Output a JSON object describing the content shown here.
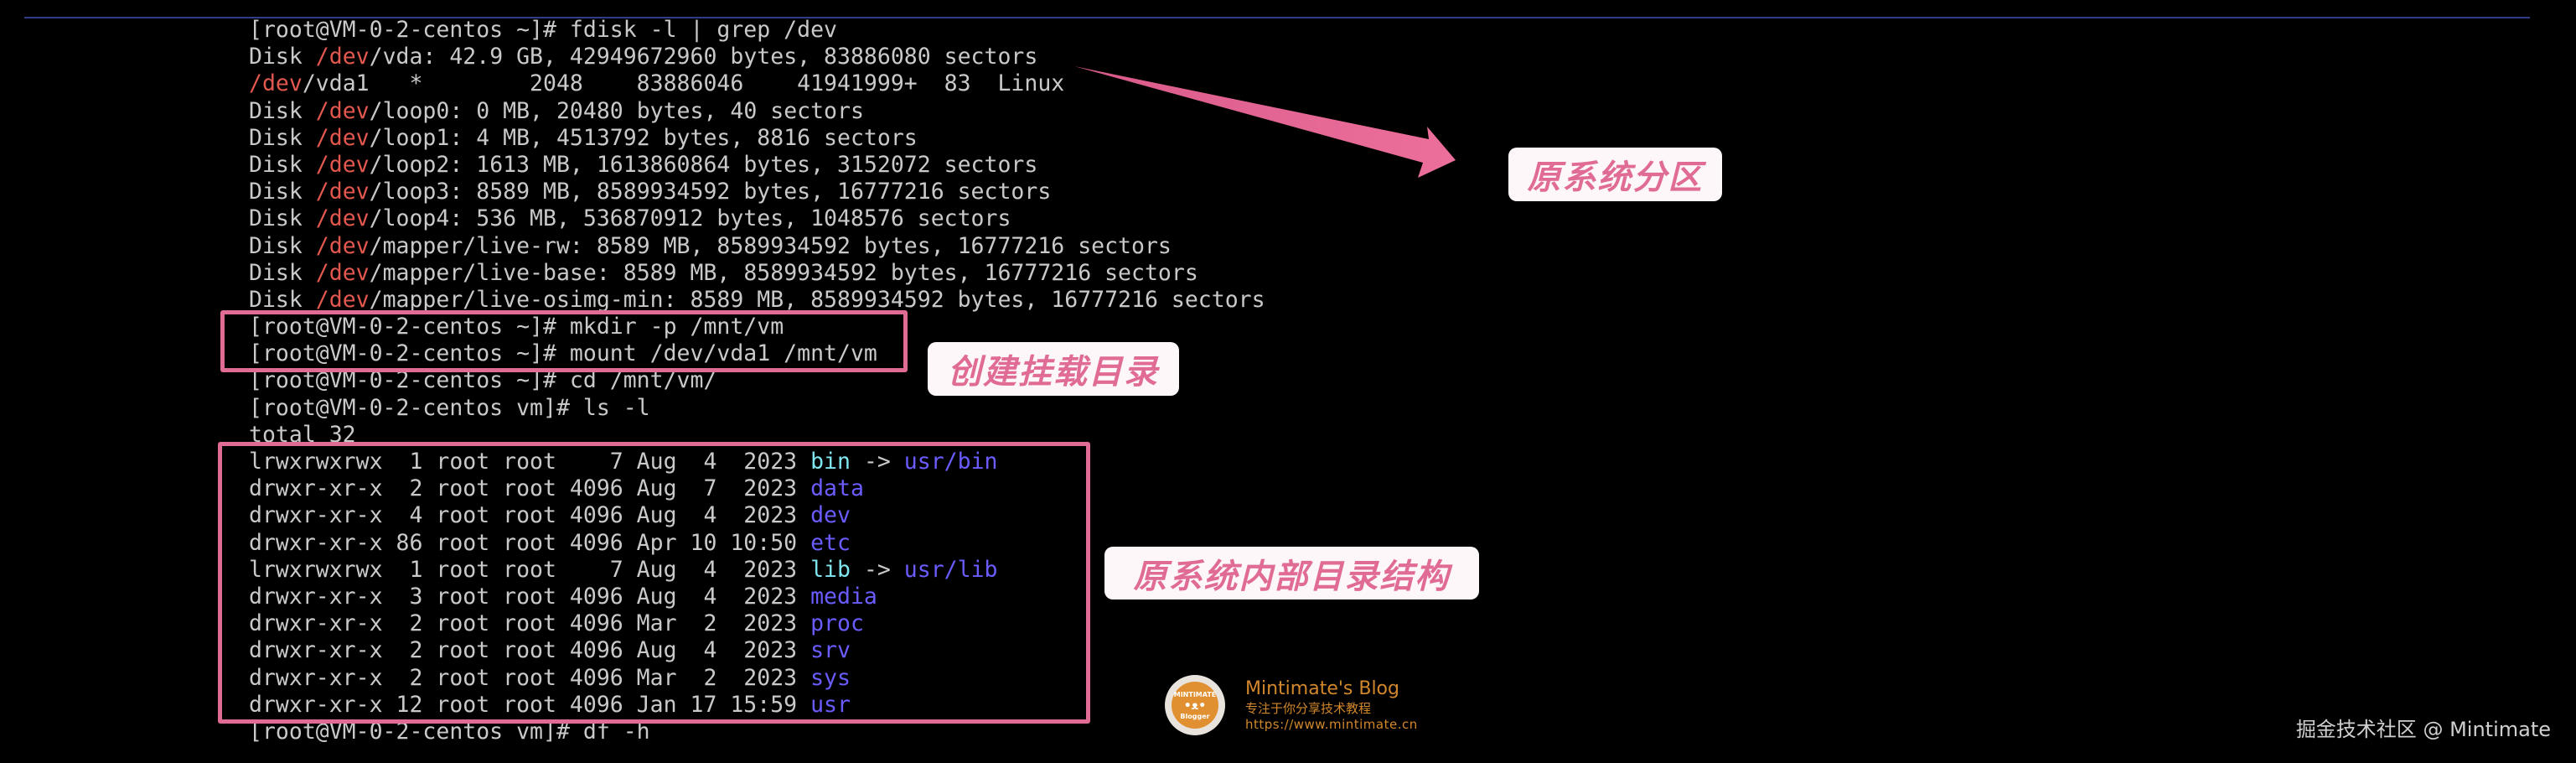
{
  "terminal": {
    "lines": [
      [
        {
          "t": "[root@VM-0-2-centos ~]# fdisk -l | grep /dev"
        }
      ],
      [
        {
          "t": "Disk "
        },
        {
          "t": "/dev",
          "c": "red"
        },
        {
          "t": "/vda: 42.9 GB, 42949672960 bytes, 83886080 sectors"
        }
      ],
      [
        {
          "t": "/dev",
          "c": "red"
        },
        {
          "t": "/vda1   *        2048    83886046    41941999+  83  Linux"
        }
      ],
      [
        {
          "t": "Disk "
        },
        {
          "t": "/dev",
          "c": "red"
        },
        {
          "t": "/loop0: 0 MB, 20480 bytes, 40 sectors"
        }
      ],
      [
        {
          "t": "Disk "
        },
        {
          "t": "/dev",
          "c": "red"
        },
        {
          "t": "/loop1: 4 MB, 4513792 bytes, 8816 sectors"
        }
      ],
      [
        {
          "t": "Disk "
        },
        {
          "t": "/dev",
          "c": "red"
        },
        {
          "t": "/loop2: 1613 MB, 1613860864 bytes, 3152072 sectors"
        }
      ],
      [
        {
          "t": "Disk "
        },
        {
          "t": "/dev",
          "c": "red"
        },
        {
          "t": "/loop3: 8589 MB, 8589934592 bytes, 16777216 sectors"
        }
      ],
      [
        {
          "t": "Disk "
        },
        {
          "t": "/dev",
          "c": "red"
        },
        {
          "t": "/loop4: 536 MB, 536870912 bytes, 1048576 sectors"
        }
      ],
      [
        {
          "t": "Disk "
        },
        {
          "t": "/dev",
          "c": "red"
        },
        {
          "t": "/mapper/live-rw: 8589 MB, 8589934592 bytes, 16777216 sectors"
        }
      ],
      [
        {
          "t": "Disk "
        },
        {
          "t": "/dev",
          "c": "red"
        },
        {
          "t": "/mapper/live-base: 8589 MB, 8589934592 bytes, 16777216 sectors"
        }
      ],
      [
        {
          "t": "Disk "
        },
        {
          "t": "/dev",
          "c": "red"
        },
        {
          "t": "/mapper/live-osimg-min: 8589 MB, 8589934592 bytes, 16777216 sectors"
        }
      ],
      [
        {
          "t": "[root@VM-0-2-centos ~]# mkdir -p /mnt/vm"
        }
      ],
      [
        {
          "t": "[root@VM-0-2-centos ~]# mount /dev/vda1 /mnt/vm"
        }
      ],
      [
        {
          "t": "[root@VM-0-2-centos ~]# cd /mnt/vm/"
        }
      ],
      [
        {
          "t": "[root@VM-0-2-centos vm]# ls -l"
        }
      ],
      [
        {
          "t": "total 32"
        }
      ],
      [
        {
          "t": "lrwxrwxrwx  1 root root    7 Aug  4  2023 "
        },
        {
          "t": "bin",
          "c": "cyan"
        },
        {
          "t": " -> "
        },
        {
          "t": "usr/bin",
          "c": "blue"
        }
      ],
      [
        {
          "t": "drwxr-xr-x  2 root root 4096 Aug  7  2023 "
        },
        {
          "t": "data",
          "c": "blue"
        }
      ],
      [
        {
          "t": "drwxr-xr-x  4 root root 4096 Aug  4  2023 "
        },
        {
          "t": "dev",
          "c": "blue"
        }
      ],
      [
        {
          "t": "drwxr-xr-x 86 root root 4096 Apr 10 10:50 "
        },
        {
          "t": "etc",
          "c": "blue"
        }
      ],
      [
        {
          "t": "lrwxrwxrwx  1 root root    7 Aug  4  2023 "
        },
        {
          "t": "lib",
          "c": "cyan"
        },
        {
          "t": " -> "
        },
        {
          "t": "usr/lib",
          "c": "blue"
        }
      ],
      [
        {
          "t": "drwxr-xr-x  3 root root 4096 Aug  4  2023 "
        },
        {
          "t": "media",
          "c": "blue"
        }
      ],
      [
        {
          "t": "drwxr-xr-x  2 root root 4096 Mar  2  2023 "
        },
        {
          "t": "proc",
          "c": "blue"
        }
      ],
      [
        {
          "t": "drwxr-xr-x  2 root root 4096 Aug  4  2023 "
        },
        {
          "t": "srv",
          "c": "blue"
        }
      ],
      [
        {
          "t": "drwxr-xr-x  2 root root 4096 Mar  2  2023 "
        },
        {
          "t": "sys",
          "c": "blue"
        }
      ],
      [
        {
          "t": "drwxr-xr-x 12 root root 4096 Jan 17 15:59 "
        },
        {
          "t": "usr",
          "c": "blue"
        }
      ],
      [
        {
          "t": "[root@VM-0-2-centos vm]# df -h"
        }
      ]
    ]
  },
  "annotations": {
    "partition_label": "原系统分区",
    "mount_label": "创建挂载目录",
    "structure_label": "原系统内部目录结构"
  },
  "colors": {
    "accent_pink": "#e06b94",
    "dev_red": "#e2584f",
    "symlink_cyan": "#7fe6f0",
    "dir_blue": "#6a5cff",
    "top_rule": "#2f3d86"
  },
  "blog": {
    "logo_top": "MINTIMATE",
    "logo_bottom": "Blogger",
    "title": "Mintimate's Blog",
    "subtitle": "专注于你分享技术教程",
    "url": "https://www.mintimate.cn"
  },
  "watermark": "掘金技术社区 @ Mintimate"
}
